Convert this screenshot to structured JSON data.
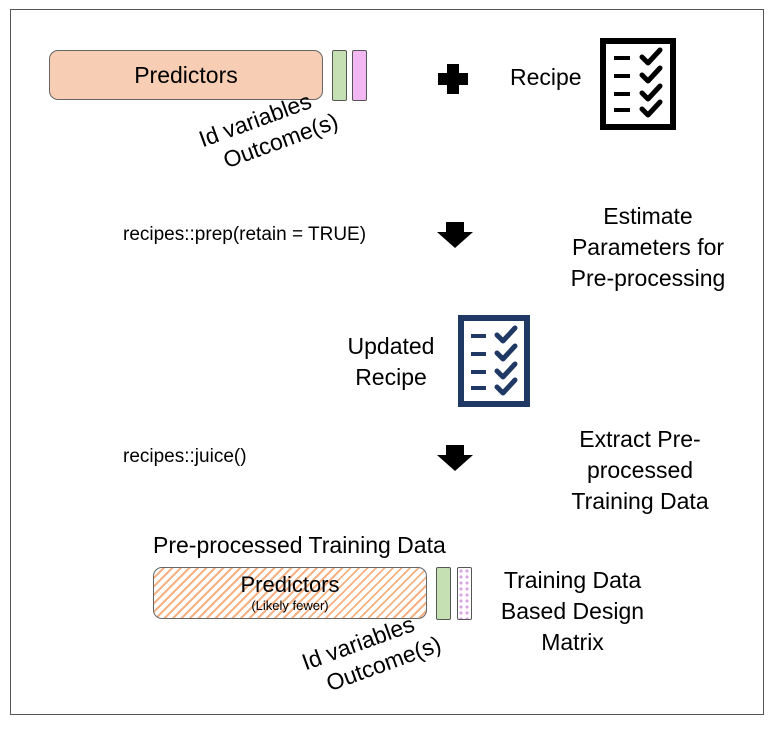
{
  "row1": {
    "predictors_label": "Predictors",
    "id_variables_label": "Id variables",
    "outcomes_label": "Outcome(s)",
    "recipe_label": "Recipe",
    "plus_icon": "plus-icon",
    "checklist_icon": "checklist-icon",
    "bar_colors": {
      "predictors": "#f7cdb3",
      "id": "#c5e0b3",
      "outcome": "#f3b7f3"
    }
  },
  "step_prep": {
    "code": "recipes::prep(retain = TRUE)",
    "description": [
      "Estimate",
      "Parameters for",
      "Pre-processing"
    ]
  },
  "updated_recipe": {
    "label": [
      "Updated",
      "Recipe"
    ],
    "icon_color": "#1f3864"
  },
  "step_juice": {
    "code": "recipes::juice()",
    "description": [
      "Extract Pre-",
      "processed",
      "Training Data"
    ]
  },
  "result": {
    "title": "Pre-processed Training Data",
    "predictors_label": "Predictors",
    "predictors_sub": "(Likely fewer)",
    "id_variables_label": "Id variables",
    "outcomes_label": "Outcome(s)",
    "matrix_label": [
      "Training Data",
      "Based Design",
      "Matrix"
    ]
  }
}
